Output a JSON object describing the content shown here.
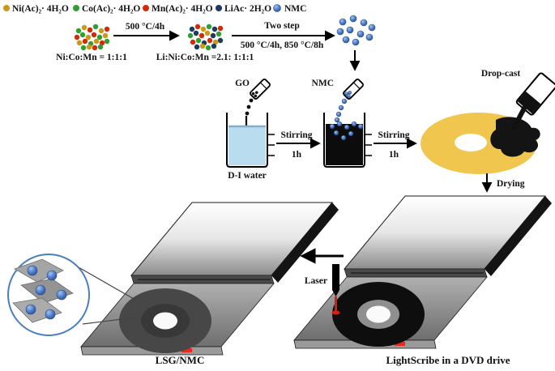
{
  "legend": {
    "items": [
      {
        "label": "Ni(Ac)₂· 4H₂O",
        "color": "#c99a16"
      },
      {
        "label": "Co(Ac)₂· 4H₂O",
        "color": "#2f9e33"
      },
      {
        "label": "Mn(Ac)₂· 4H₂O",
        "color": "#d42b07"
      },
      {
        "label": "LiAc· 2H₂O",
        "color": "#1d3a63"
      },
      {
        "label": "NMC",
        "color": "#4472c4"
      }
    ]
  },
  "synthesis": {
    "cluster1_label": "Ni:Co:Mn = 1:1:1",
    "arrow1_label": "500 °C/4h",
    "cluster2_label": "Li:Ni:Co:Mn =2.1: 1:1:1",
    "arrow2_label_line1": "Two step",
    "arrow2_label_line2": "500 °C/4h, 850 °C/8h"
  },
  "mixing": {
    "go_label": "GO",
    "beaker1_label": "D-I water",
    "stir1_line1": "Stirring",
    "stir1_line2": "1h",
    "nmc_label": "NMC",
    "stir2_line1": "Stirring",
    "stir2_line2": "1h",
    "dropcast_label": "Drop-cast",
    "drying_label": "Drying"
  },
  "lightscribe": {
    "laser_label": "Laser",
    "right_drive_caption": "LightScribe in a DVD drive",
    "left_drive_caption": "LSG/NMC"
  }
}
